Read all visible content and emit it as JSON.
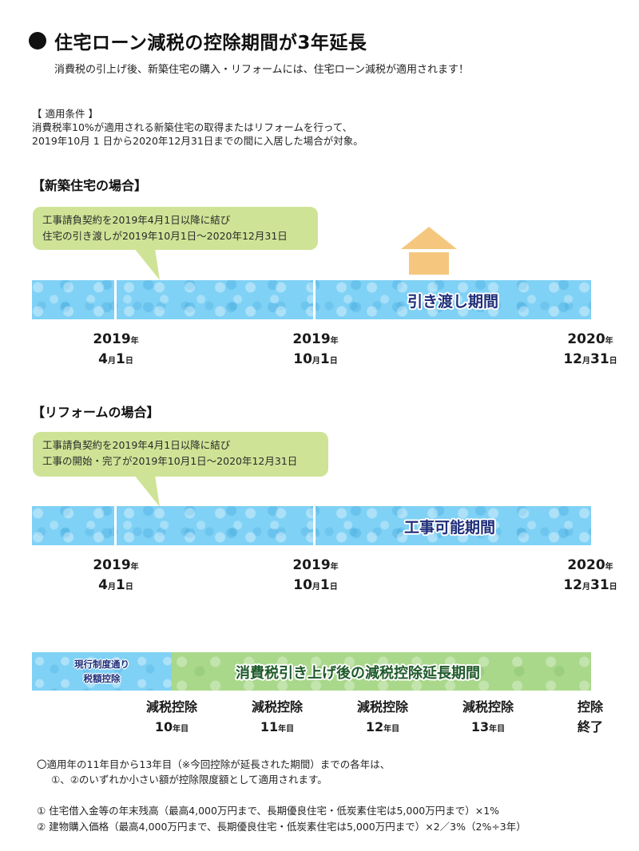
{
  "title": "住宅ローン減税の控除期間が3年延長",
  "subtitle": "消費税の引上げ後、新築住宅の購入・リフォームには、住宅ローン減税が適用されます！",
  "conditions": {
    "heading": "【 適用条件 】",
    "line1": "消費税率10%が適用される新築住宅の取得またはリフォームを行って、",
    "line2": "2019年10月 1 日から2020年12月31日までの間に入居した場合が対象。"
  },
  "new_house": {
    "heading": "【新築住宅の場合】",
    "callout_line1": "工事請負契約を2019年4月1日以降に結び",
    "callout_line2": "住宅の引き渡しが2019年10月1日〜2020年12月31日",
    "period_label": "引き渡し期間",
    "dates": [
      {
        "year": "2019",
        "year_unit": "年",
        "month": "4",
        "month_unit": "月",
        "day": "1",
        "day_unit": "日"
      },
      {
        "year": "2019",
        "year_unit": "年",
        "month": "10",
        "month_unit": "月",
        "day": "1",
        "day_unit": "日"
      },
      {
        "year": "2020",
        "year_unit": "年",
        "month": "12",
        "month_unit": "月",
        "day": "31",
        "day_unit": "日"
      }
    ]
  },
  "reform": {
    "heading": "【リフォームの場合】",
    "callout_line1": "工事請負契約を2019年4月1日以降に結び",
    "callout_line2": "工事の開始・完了が2019年10月1日〜2020年12月31日",
    "period_label": "工事可能期間",
    "dates": [
      {
        "year": "2019",
        "year_unit": "年",
        "month": "4",
        "month_unit": "月",
        "day": "1",
        "day_unit": "日"
      },
      {
        "year": "2019",
        "year_unit": "年",
        "month": "10",
        "month_unit": "月",
        "day": "1",
        "day_unit": "日"
      },
      {
        "year": "2020",
        "year_unit": "年",
        "month": "12",
        "month_unit": "月",
        "day": "31",
        "day_unit": "日"
      }
    ]
  },
  "extension": {
    "current_label_line1": "現行制度通り",
    "current_label_line2": "税額控除",
    "extended_label": "消費税引き上げ後の減税控除延長期間",
    "years": [
      {
        "line1": "減税控除",
        "num": "10",
        "unit": "年目"
      },
      {
        "line1": "減税控除",
        "num": "11",
        "unit": "年目"
      },
      {
        "line1": "減税控除",
        "num": "12",
        "unit": "年目"
      },
      {
        "line1": "減税控除",
        "num": "13",
        "unit": "年目"
      },
      {
        "line1": "控除",
        "num": "終了",
        "unit": ""
      }
    ]
  },
  "notes": {
    "line1": "〇適用年の11年目から13年目（※今回控除が延長された期間）までの各年は、",
    "line2": "①、②のいずれか小さい額が控除限度額として適用されます。",
    "item1": "① 住宅借入金等の年末残高（最高4,000万円まで、長期優良住宅・低炭素住宅は5,000万円まで）×1%",
    "item2": "② 建物購入価格（最高4,000万円まで、長期優良住宅・低炭素住宅は5,000万円まで）×2／3%（2%÷3年）"
  },
  "colors": {
    "bar_blue": "#7fd1f5",
    "bar_green": "#a9d88a",
    "callout_green": "#cfe396",
    "house_orange": "#f5c77e",
    "label_navy": "#1f2f7a",
    "label_darkgreen": "#1f5a2a"
  }
}
